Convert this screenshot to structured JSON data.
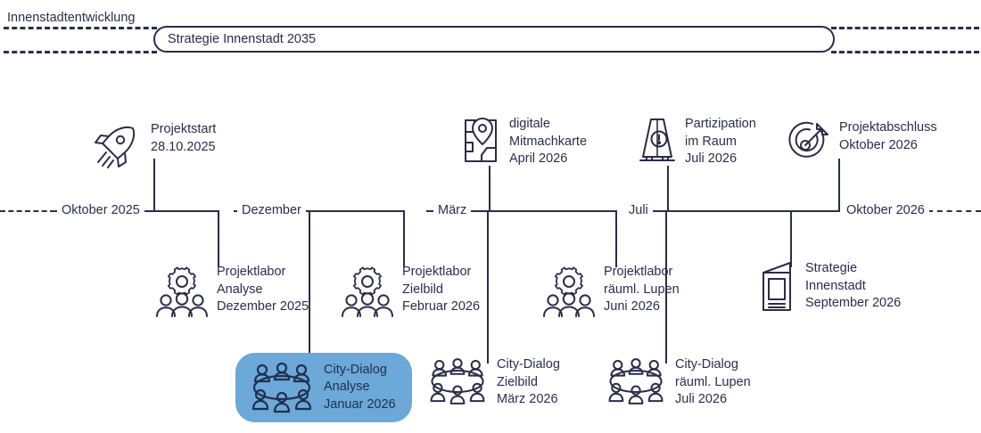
{
  "header": {
    "program_label": "Innenstadtentwicklung",
    "capsule_label": "Strategie Innenstadt 2035"
  },
  "colors": {
    "navy": "#2b2d4a",
    "highlight_blue": "#6ca8d8",
    "background": "#ffffff"
  },
  "axis": {
    "ticks": [
      {
        "label": "Oktober 2025"
      },
      {
        "label": "Dezember"
      },
      {
        "label": "März"
      },
      {
        "label": "Juli"
      },
      {
        "label": "Oktober 2026"
      }
    ]
  },
  "milestones_above": [
    {
      "icon": "rocket-icon",
      "lines": [
        "Projektstart",
        "28.10.2025"
      ]
    },
    {
      "icon": "map-pin-icon",
      "lines": [
        "digitale",
        "Mitmachkarte",
        "April 2026"
      ]
    },
    {
      "icon": "a-frame-sign-icon",
      "lines": [
        "Partizipation",
        "im Raum",
        "Juli 2026"
      ]
    },
    {
      "icon": "target-dart-icon",
      "lines": [
        "Projektabschluss",
        "Oktober 2026"
      ]
    }
  ],
  "milestones_below_row1": [
    {
      "icon": "gear-people-icon",
      "lines": [
        "Projektlabor",
        "Analyse",
        "Dezember 2025"
      ]
    },
    {
      "icon": "gear-people-icon",
      "lines": [
        "Projektlabor",
        "Zielbild",
        "Februar 2026"
      ]
    },
    {
      "icon": "gear-people-icon",
      "lines": [
        "Projektlabor",
        "räuml. Lupen",
        "Juni 2026"
      ]
    },
    {
      "icon": "brochure-icon",
      "lines": [
        "Strategie",
        "Innenstadt",
        "September 2026"
      ]
    }
  ],
  "milestones_below_row2": [
    {
      "icon": "round-table-icon",
      "highlighted": true,
      "lines": [
        "City-Dialog",
        "Analyse",
        "Januar 2026"
      ]
    },
    {
      "icon": "round-table-icon",
      "highlighted": false,
      "lines": [
        "City-Dialog",
        "Zielbild",
        "März 2026"
      ]
    },
    {
      "icon": "round-table-icon",
      "highlighted": false,
      "lines": [
        "City-Dialog",
        "räuml. Lupen",
        "Juli 2026"
      ]
    }
  ]
}
